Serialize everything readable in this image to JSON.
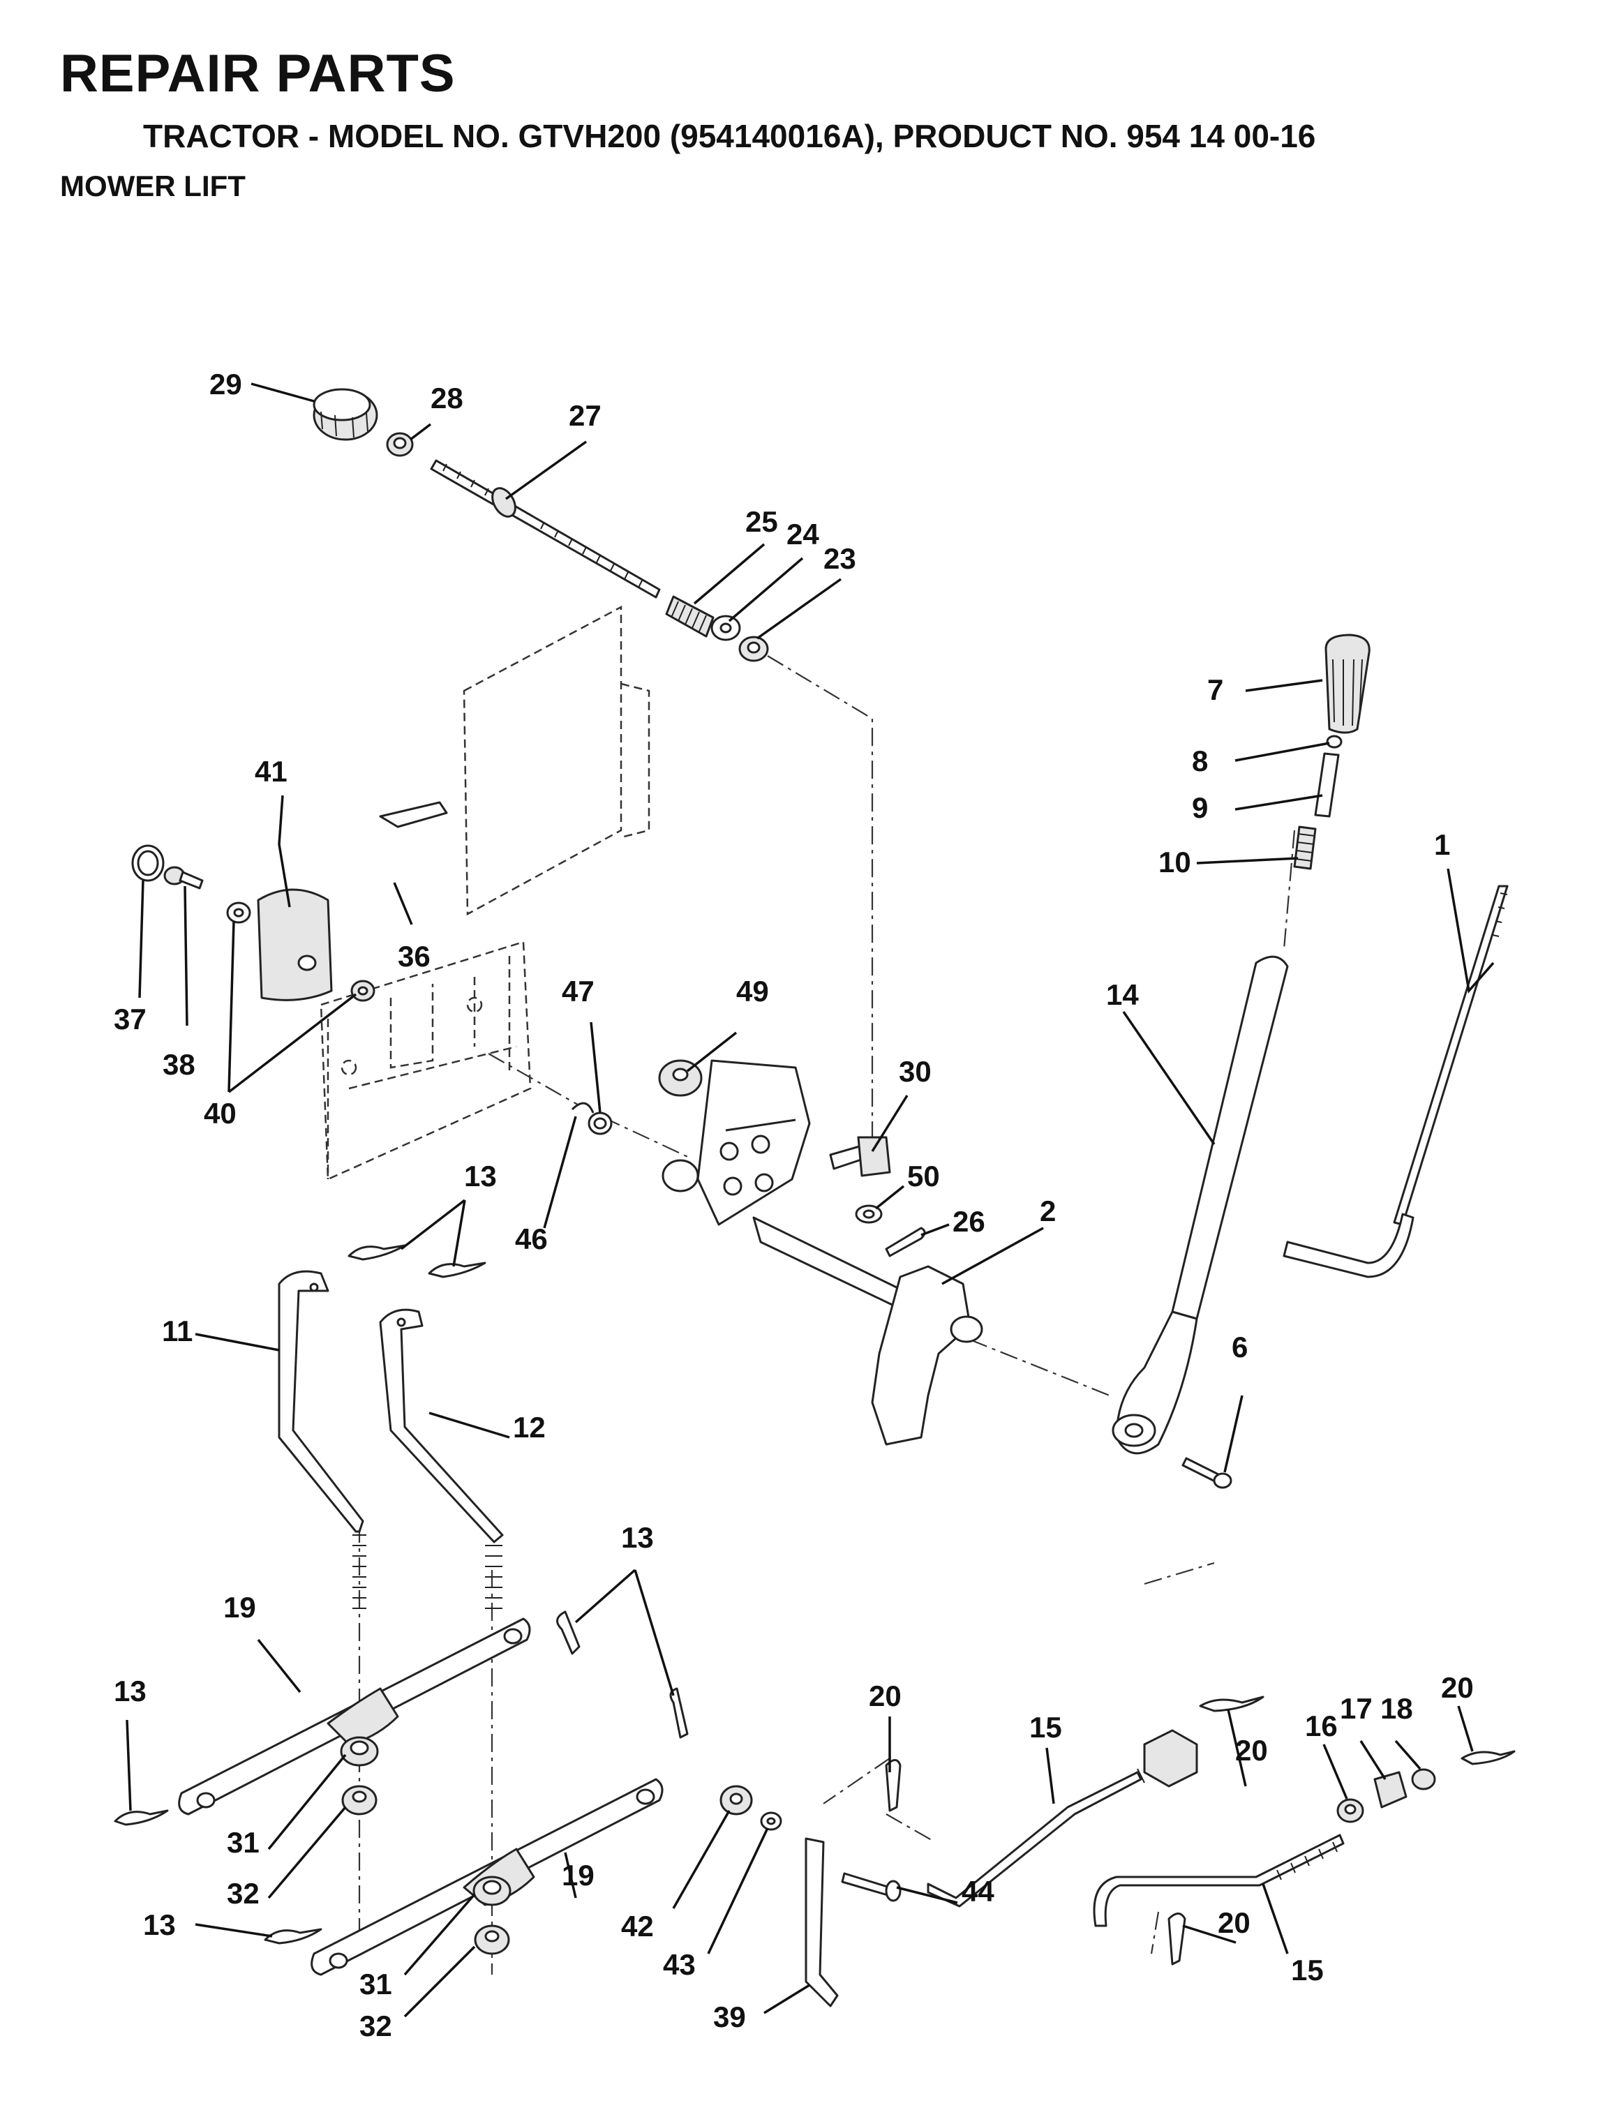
{
  "header": {
    "title": "REPAIR PARTS",
    "subtitle": "TRACTOR - MODEL NO. GTVH200 (954140016A), PRODUCT NO. 954 14 00-16",
    "section": "MOWER LIFT"
  },
  "callouts": [
    "29",
    "28",
    "27",
    "25",
    "24",
    "23",
    "7",
    "8",
    "9",
    "10",
    "1",
    "41",
    "36",
    "37",
    "38",
    "40",
    "47",
    "49",
    "30",
    "50",
    "26",
    "14",
    "2",
    "13",
    "46",
    "11",
    "12",
    "6",
    "13",
    "19",
    "13",
    "31",
    "32",
    "19",
    "13",
    "31",
    "32",
    "20",
    "15",
    "20",
    "16",
    "17",
    "18",
    "20",
    "42",
    "43",
    "44",
    "20",
    "15",
    "39"
  ],
  "part_names": {
    "handle_grip": "hand-grip-7",
    "knob": "knob-29",
    "adjust_rod": "threaded-rod-27"
  }
}
